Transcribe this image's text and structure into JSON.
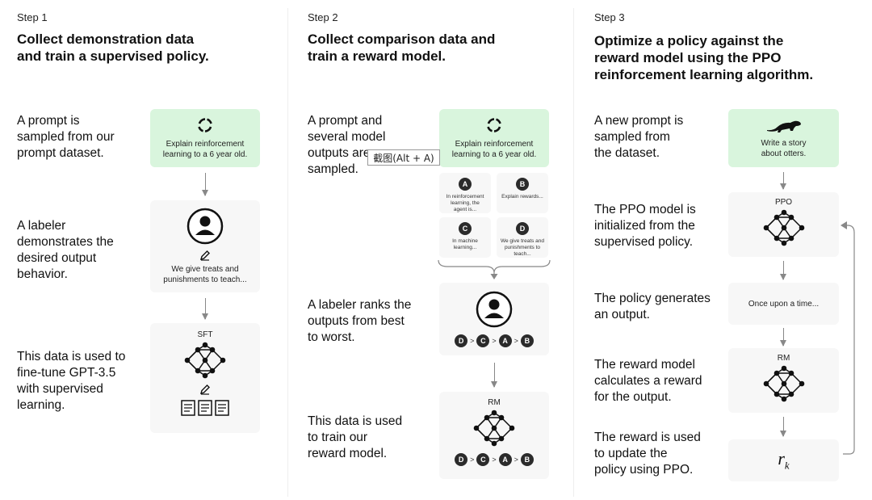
{
  "steps": [
    {
      "label": "Step 1",
      "title_l1": "Collect demonstration data",
      "title_l2": "and train a supervised policy.",
      "descs": [
        [
          "A prompt is",
          "sampled from our",
          "prompt dataset."
        ],
        [
          "A labeler",
          "demonstrates the",
          "desired output",
          "behavior."
        ],
        [
          "This data is used to",
          "fine-tune GPT-3.5",
          "with supervised",
          "learning."
        ]
      ],
      "prompt_l1": "Explain reinforcement",
      "prompt_l2": "learning to a 6 year old.",
      "demo_l1": "We give treats and",
      "demo_l2": "punishments to teach...",
      "model_label": "SFT"
    },
    {
      "label": "Step 2",
      "title_l1": "Collect comparison data and",
      "title_l2": "train a reward model.",
      "descs": [
        [
          "A prompt and",
          "several model",
          "outputs are",
          "sampled."
        ],
        [
          "A labeler ranks the",
          "outputs from best",
          "to worst."
        ],
        [
          "This data is used",
          "to train our",
          "reward model."
        ]
      ],
      "prompt_l1": "Explain reinforcement",
      "prompt_l2": "learning to a 6 year old.",
      "outputs": [
        {
          "badge": "A",
          "l1": "In reinforcement",
          "l2": "learning, the",
          "l3": "agent is..."
        },
        {
          "badge": "B",
          "l1": "Explain rewards...",
          "l2": "",
          "l3": ""
        },
        {
          "badge": "C",
          "l1": "In machine",
          "l2": "learning...",
          "l3": ""
        },
        {
          "badge": "D",
          "l1": "We give treats and",
          "l2": "punishments to",
          "l3": "teach..."
        }
      ],
      "ranking": [
        "D",
        ">",
        "C",
        ">",
        "A",
        ">",
        "B"
      ],
      "model_label": "RM"
    },
    {
      "label": "Step 3",
      "title_l1": "Optimize a policy against the",
      "title_l2": "reward model using the PPO",
      "title_l3": "reinforcement learning algorithm.",
      "descs": [
        [
          "A new prompt is",
          "sampled from",
          "the dataset."
        ],
        [
          "The PPO model is",
          "initialized from the",
          "supervised policy."
        ],
        [
          "The policy generates",
          "an output."
        ],
        [
          "The reward model",
          "calculates a reward",
          "for the output."
        ],
        [
          "The reward is used",
          "to update the",
          "policy using PPO."
        ]
      ],
      "prompt_l1": "Write a story",
      "prompt_l2": "about otters.",
      "ppo_label": "PPO",
      "output_text": "Once upon a time...",
      "rm_label": "RM",
      "reward_symbol": "r",
      "reward_sub": "k"
    }
  ],
  "overlay": {
    "tooltip": "截图(Alt + A)"
  },
  "colors": {
    "prompt_bg": "#d9f5dd",
    "card_bg": "#f7f7f7",
    "badge": "#2b2b2b",
    "arrow": "#888888"
  },
  "icons": [
    "refresh-cycle-icon",
    "labeler-avatar-icon",
    "pencil-icon",
    "neural-network-icon",
    "document-icon",
    "otter-icon"
  ]
}
